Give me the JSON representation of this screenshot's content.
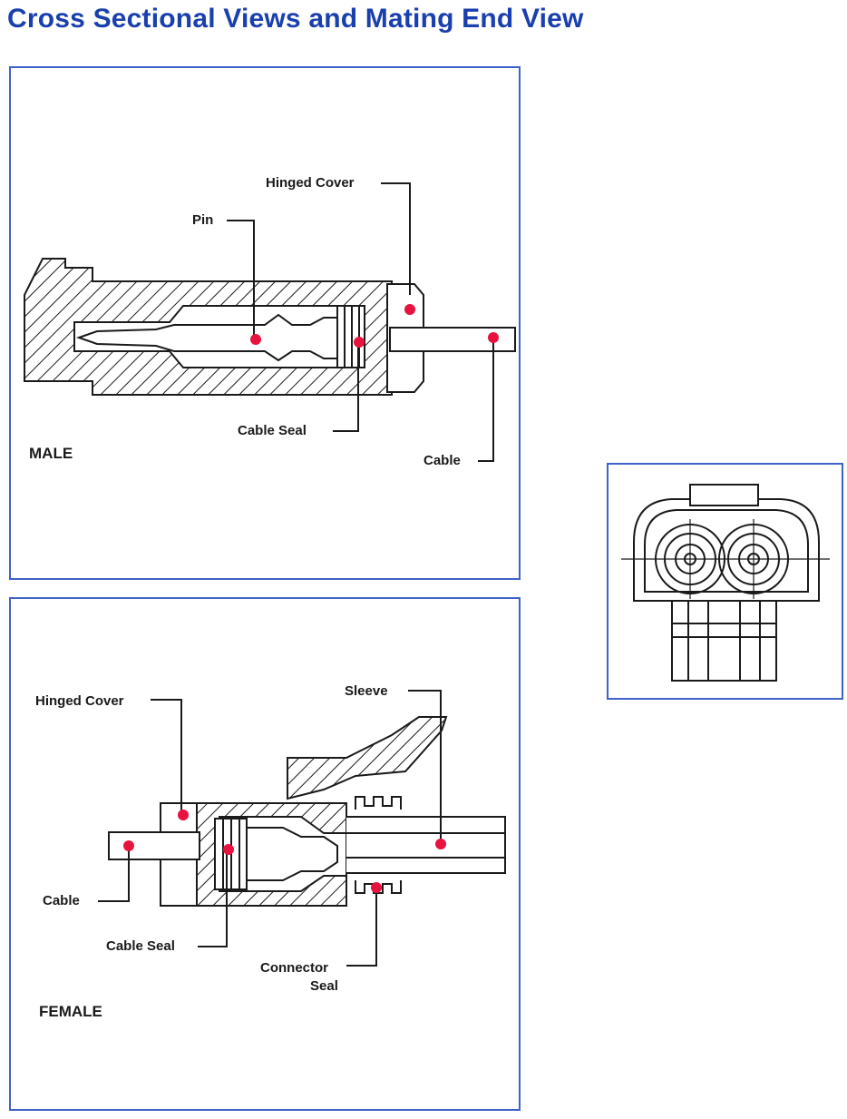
{
  "page": {
    "title": "Cross Sectional Views and Mating End View"
  },
  "male": {
    "name": "MALE",
    "labels": {
      "hinged_cover": "Hinged Cover",
      "pin": "Pin",
      "cable_seal": "Cable Seal",
      "cable": "Cable"
    }
  },
  "female": {
    "name": "FEMALE",
    "labels": {
      "hinged_cover": "Hinged Cover",
      "sleeve": "Sleeve",
      "cable": "Cable",
      "cable_seal": "Cable Seal",
      "connector_seal_line1": "Connector",
      "connector_seal_line2": "Seal"
    }
  },
  "colors": {
    "title": "#1a3fae",
    "border": "#3f62c9",
    "marker": "#e8123f",
    "ink": "#1a1a1a"
  }
}
